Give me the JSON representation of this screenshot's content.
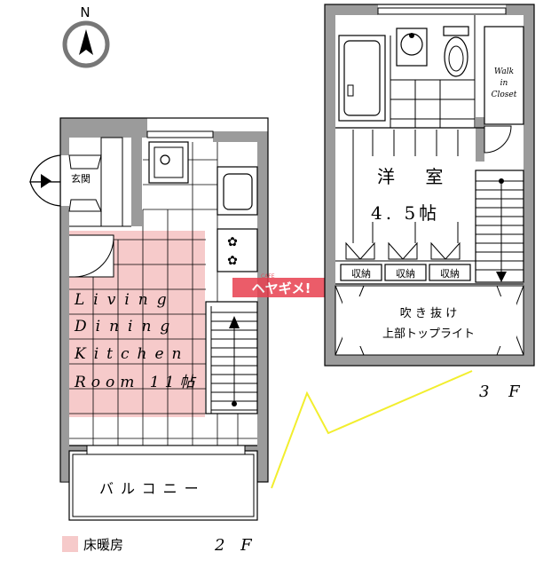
{
  "compass": {
    "north_label": "N"
  },
  "floor2": {
    "entrance_label": "玄関",
    "ldk_lines": [
      "Living",
      "Dining",
      "Kitchen",
      "Room 11帖"
    ],
    "balcony_label": "バルコニー",
    "floor_label": "2 F"
  },
  "floor3": {
    "room_label_line1": "洋 室",
    "room_label_line2": "4. 5帖",
    "storage_labels": [
      "収納",
      "収納",
      "収納"
    ],
    "closet_lines": [
      "Walk",
      "in",
      "Closet"
    ],
    "void_line1": "吹 き 抜 け",
    "void_line2": "上部トップライト",
    "floor_label": "3 F"
  },
  "legend": {
    "floor_heating_label": "床暖房",
    "swatch_color": "#f6caca"
  },
  "watermark": {
    "small_text": "CAFE",
    "main_text": "ヘヤギメ!"
  },
  "colors": {
    "wall": "#9b9b9b",
    "heating": "#f6caca",
    "line": "#000000",
    "link": "#f2ee2e",
    "watermark": "#e8404f"
  }
}
